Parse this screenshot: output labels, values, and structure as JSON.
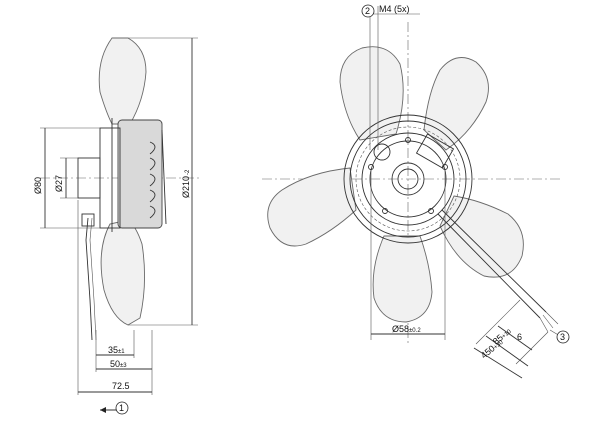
{
  "side_view": {
    "dim_hub_dia": "Ø80",
    "dim_shaft_dia": "Ø27",
    "dim_fan_dia": "Ø210",
    "dim_fan_dia_tol": "-2",
    "dim_35": "35",
    "dim_35_tol": "±1",
    "dim_50": "50",
    "dim_50_tol": "±3",
    "dim_overall": "72.5",
    "airflow_ref": "1"
  },
  "front_view": {
    "dim_screw": "M4 (5x)",
    "screw_ref": "2",
    "dim_flange_dia": "Ø58",
    "dim_flange_tol": "±0.2",
    "dim_6": "6",
    "dim_85": "85",
    "dim_85_tol": "+10",
    "dim_450": "450",
    "dim_450_tol": "+30",
    "cable_ref": "3"
  }
}
